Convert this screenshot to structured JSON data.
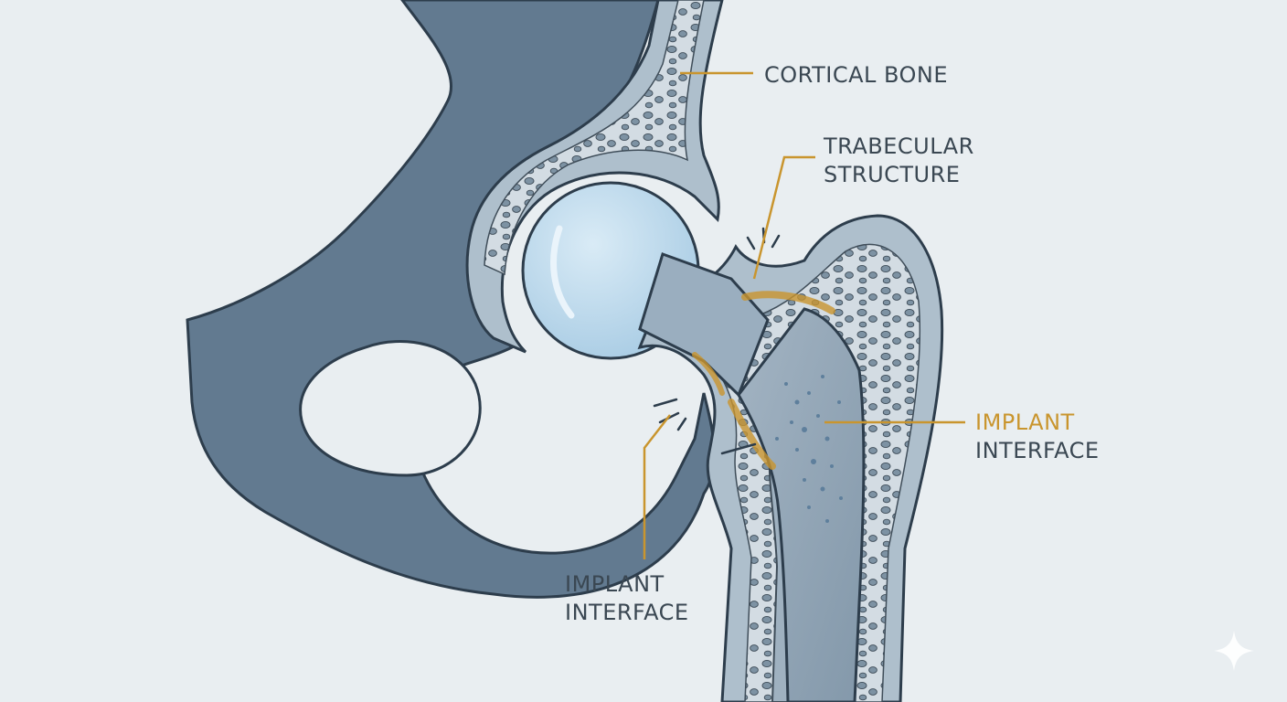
{
  "labels": {
    "cortical_bone": "CORTICAL BONE",
    "trabecular_line1": "TRABECULAR",
    "trabecular_line2": "STRUCTURE",
    "implant_right_line1": "IMPLANT",
    "implant_right_line2": "INTERFACE",
    "implant_left_line1": "IMPLANT",
    "implant_left_line2": "INTERFACE"
  },
  "colors": {
    "background": "#e9eef1",
    "pelvis": "#627a90",
    "cortical": "#aebfcc",
    "trabecular_fill": "#d4dde4",
    "femoral_head": "#b8d6ea",
    "implant_stem": "#8da0b0",
    "leader_accent": "#c9952e",
    "label_text": "#3a4752"
  },
  "icons": {
    "watermark": "sparkle-icon"
  }
}
